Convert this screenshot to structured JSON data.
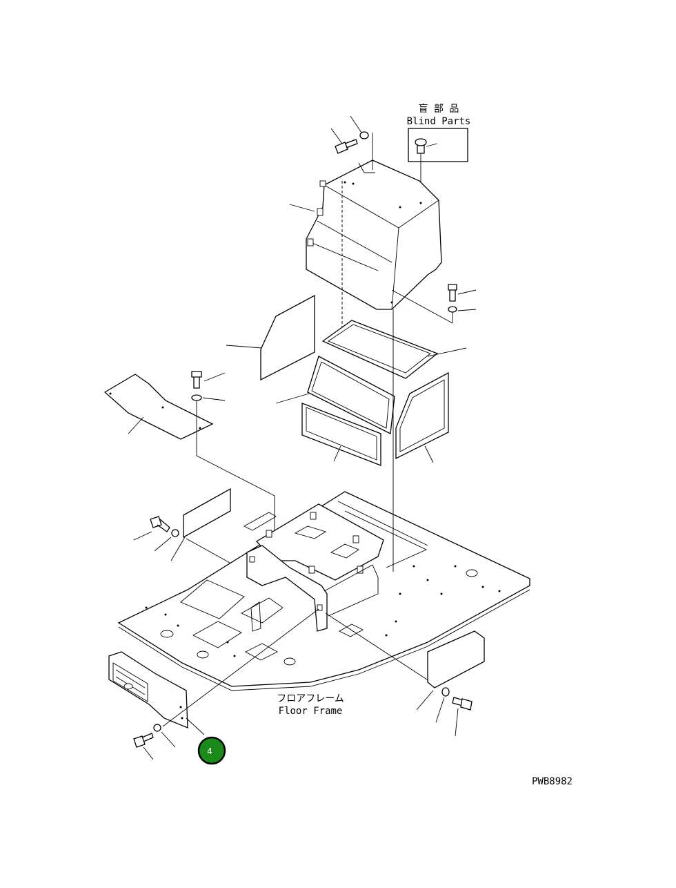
{
  "labels": {
    "blind_parts_jp": "盲 部 品",
    "blind_parts_en": "Blind Parts",
    "floor_frame_jp": "フロアフレーム",
    "floor_frame_en": "Floor Frame",
    "drawing_code": "PWB8982"
  },
  "callout": {
    "number": "4",
    "color": "#1a8a1a"
  },
  "colors": {
    "line": "#000000",
    "background": "#ffffff"
  }
}
